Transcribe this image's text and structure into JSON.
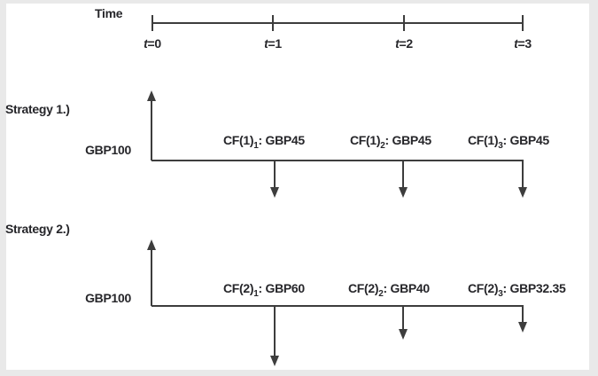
{
  "colors": {
    "line": "#3d3d3d",
    "text": "#26262a",
    "frame_bg": "#e9e9e9",
    "paper_bg": "#ffffff"
  },
  "timeline": {
    "label": "Time",
    "ticks": [
      {
        "var": "t",
        "rest": "=0"
      },
      {
        "var": "t",
        "rest": "=1"
      },
      {
        "var": "t",
        "rest": "=2"
      },
      {
        "var": "t",
        "rest": "=3"
      }
    ]
  },
  "strategies": [
    {
      "name": "Strategy 1.)",
      "initial_amount": "GBP100",
      "cashflows": [
        {
          "prefix": "CF(1)",
          "sub": "1",
          "suffix": ": GBP45"
        },
        {
          "prefix": "CF(1)",
          "sub": "2",
          "suffix": ": GBP45"
        },
        {
          "prefix": "CF(1)",
          "sub": "3",
          "suffix": ": GBP45"
        }
      ]
    },
    {
      "name": "Strategy 2.)",
      "initial_amount": "GBP100",
      "cashflows": [
        {
          "prefix": "CF(2)",
          "sub": "1",
          "suffix": ": GBP60"
        },
        {
          "prefix": "CF(2)",
          "sub": "2",
          "suffix": ": GBP40"
        },
        {
          "prefix": "CF(2)",
          "sub": "3",
          "suffix": ": GBP32.35"
        }
      ]
    }
  ]
}
